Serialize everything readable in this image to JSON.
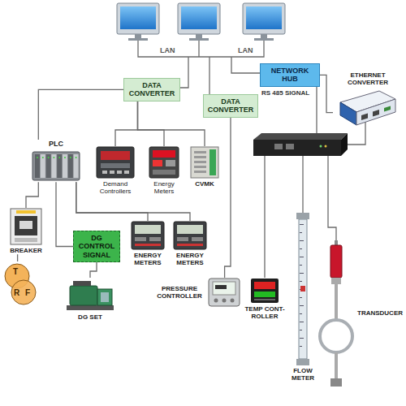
{
  "diagram": {
    "nodes": [
      {
        "text": [
          "DATA CONVERTER"
        ]
      },
      {
        "text": [
          "NETWORK HUB"
        ]
      },
      {
        "text": [
          "DATA CONVERTER"
        ]
      },
      {
        "text": [
          "ETHERNET CONVERTER"
        ]
      },
      {
        "text": [
          "PLC"
        ]
      },
      {
        "text": [
          "Demand Controllers"
        ]
      },
      {
        "text": [
          "Energy Meters"
        ]
      },
      {
        "text": [
          "CVMK"
        ]
      },
      {
        "text": [
          "BREAKER"
        ]
      },
      {
        "text": [
          "T",
          "R",
          "F"
        ]
      },
      {
        "text": [
          "DG CONTROL SIGNAL"
        ]
      },
      {
        "text": [
          "DG SET"
        ]
      },
      {
        "text": [
          "ENERGY METERS"
        ]
      },
      {
        "text": [
          "ENERGY METERS"
        ]
      },
      {
        "text": [
          "PRESSURE CONTROLLER"
        ]
      },
      {
        "text": [
          "TEMP CONT- ROLLER"
        ]
      },
      {
        "text": [
          "FLOW METER"
        ]
      },
      {
        "text": [
          "TRANSDUCER"
        ]
      }
    ],
    "edges": [
      {
        "from": 0,
        "to": 4,
        "arrow": "none"
      },
      {
        "from": 0,
        "to": 5,
        "arrow": "none"
      },
      {
        "from": 0,
        "to": 6,
        "arrow": "none"
      },
      {
        "from": 0,
        "to": 7,
        "arrow": "none"
      },
      {
        "from": 1,
        "to": 3,
        "arrow": "none"
      },
      {
        "from": 2,
        "to": 14,
        "arrow": "none"
      },
      {
        "from": 4,
        "to": 8,
        "arrow": "none"
      },
      {
        "from": 8,
        "to": 9,
        "arrow": "none"
      },
      {
        "from": 4,
        "to": 10,
        "arrow": "none"
      },
      {
        "from": 10,
        "to": 11,
        "arrow": "none"
      },
      {
        "from": 4,
        "to": 12,
        "arrow": "none"
      },
      {
        "from": 4,
        "to": 13,
        "arrow": "none"
      }
    ],
    "labels": [
      "LAN",
      "LAN",
      "RS 485 SIGNAL"
    ]
  }
}
